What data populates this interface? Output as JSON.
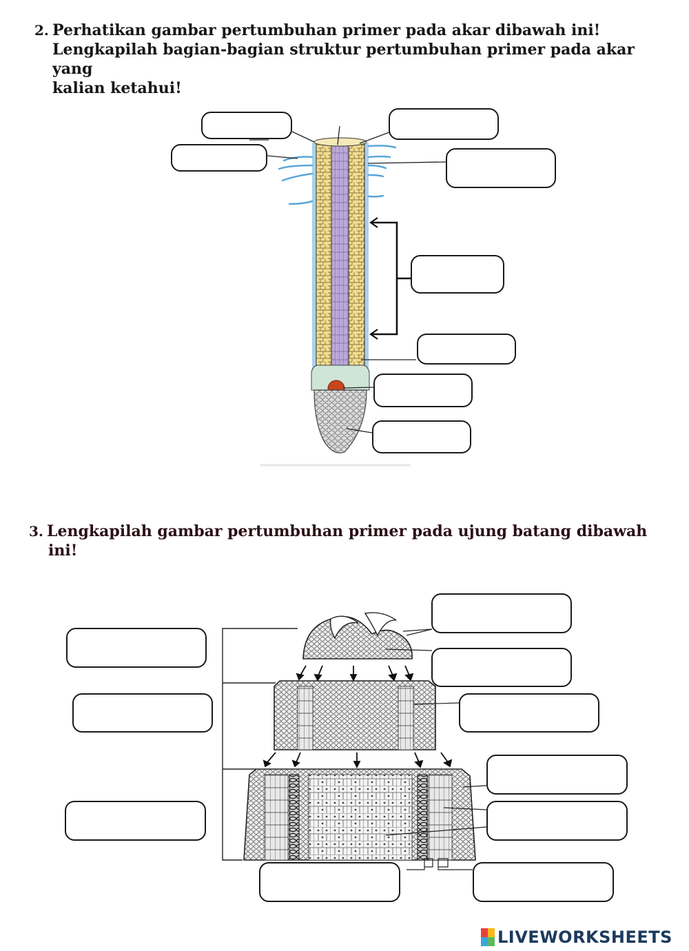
{
  "question2": {
    "number": "2.",
    "line1": "Perhatikan gambar pertumbuhan primer pada akar dibawah ini!",
    "line2": "Lengkapilah bagian-bagian struktur pertumbuhan primer pada akar yang",
    "line3": "kalian ketahui!"
  },
  "question3": {
    "number": "3.",
    "line1": "Lengkapilah gambar pertumbuhan primer pada ujung batang dibawah",
    "line2": "ini!"
  },
  "answer_fields": {
    "root": [
      "",
      "",
      "",
      "",
      "",
      "",
      "",
      ""
    ],
    "stem": [
      "",
      "",
      "",
      "",
      "",
      "",
      "",
      "",
      "",
      ""
    ]
  },
  "watermark": {
    "brand": "LIVEWORKSHEETS",
    "colors": [
      "#e8413a",
      "#f6b81a",
      "#3aa6dd",
      "#5cb85c"
    ]
  }
}
